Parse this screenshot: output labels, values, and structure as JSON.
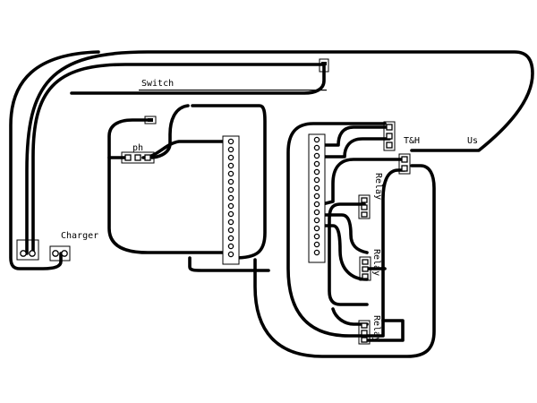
{
  "diagram": {
    "labels": {
      "switch": "Switch",
      "charger": "Charger",
      "ph": "ph",
      "th": "T&H",
      "us": "Us",
      "relay1": "Relay",
      "relay2": "Relay",
      "relay3": "Relay"
    },
    "colors": {
      "trace": "#000000",
      "background": "#ffffff",
      "header": "#d9d9d9"
    }
  }
}
